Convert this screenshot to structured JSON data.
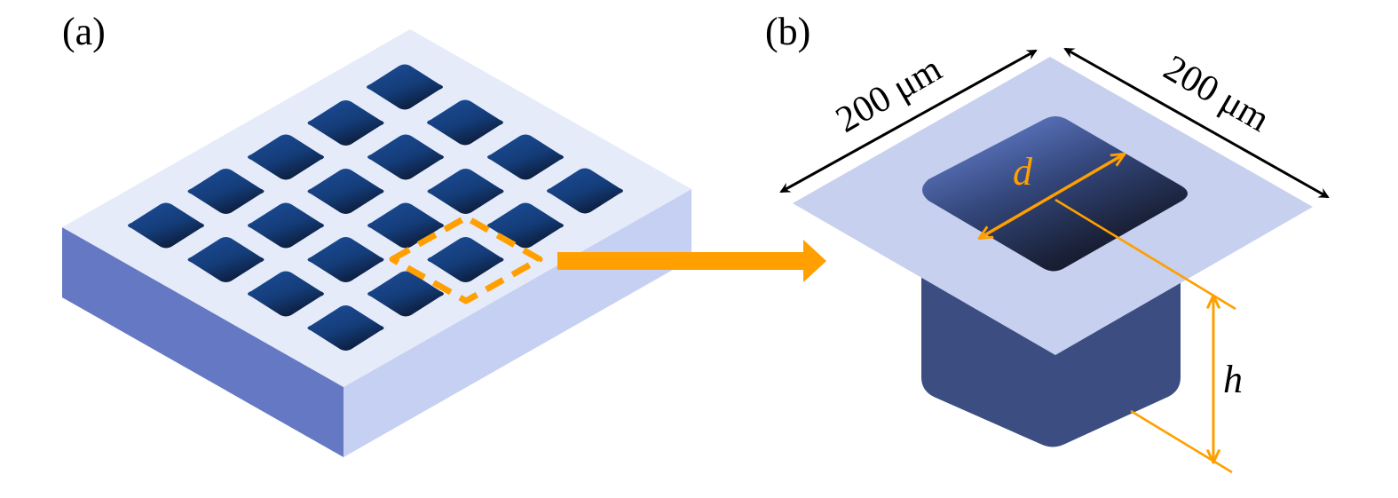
{
  "panels": {
    "a": {
      "label": "(a)"
    },
    "b": {
      "label": "(b)"
    }
  },
  "dimensions": {
    "width_left": "200 μm",
    "width_right": "200 μm"
  },
  "variables": {
    "diameter": "d",
    "height": "h"
  },
  "colors": {
    "plate_top": "#e6ebfa",
    "plate_left": "#6478c3",
    "plate_right": "#c6d0f2",
    "hole_dark": "#18458c",
    "cell_top": "#c7d0ee",
    "pillar": "#3c4d82",
    "highlight": "#ff9f00",
    "dimension": "#000000"
  },
  "array": {
    "rows": 4,
    "cols": 4,
    "extra_holes": 4
  }
}
